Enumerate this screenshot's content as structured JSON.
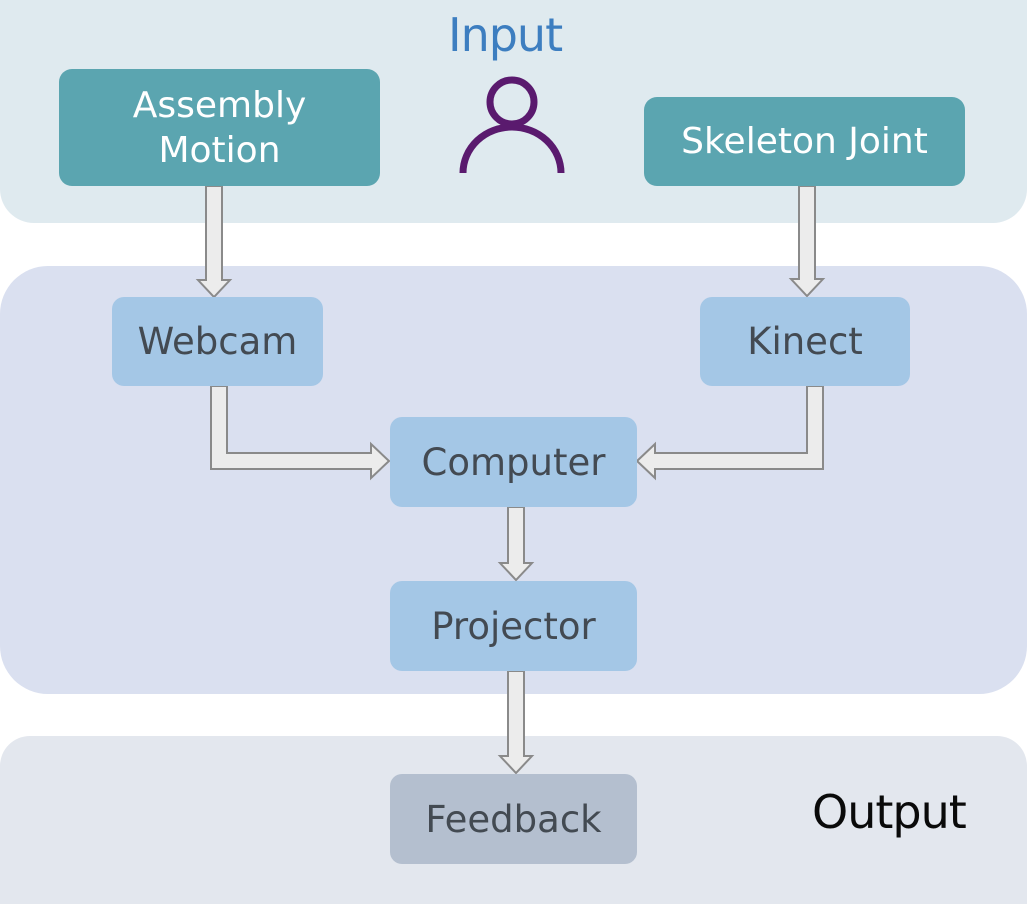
{
  "diagram": {
    "input_title": "Input",
    "output_title": "Output",
    "icons": {
      "input_person": "person-icon"
    },
    "nodes": {
      "assembly_motion": "Assembly\nMotion",
      "skeleton_joint": "Skeleton Joint",
      "webcam": "Webcam",
      "kinect": "Kinect",
      "computer": "Computer",
      "projector": "Projector",
      "feedback": "Feedback"
    },
    "edges": [
      {
        "from": "assembly_motion",
        "to": "webcam"
      },
      {
        "from": "skeleton_joint",
        "to": "kinect"
      },
      {
        "from": "webcam",
        "to": "computer"
      },
      {
        "from": "kinect",
        "to": "computer"
      },
      {
        "from": "computer",
        "to": "projector"
      },
      {
        "from": "projector",
        "to": "feedback"
      }
    ],
    "colors": {
      "input_band": "#dfeaef",
      "process_band": "#dae0f0",
      "output_band": "#e3e7ee",
      "input_node": "#5ba5b0",
      "process_node": "#a4c7e6",
      "output_node": "#b4bfcf",
      "input_title": "#3d7ec0",
      "person_icon": "#5a1a6e",
      "arrow_fill": "#ececec",
      "arrow_stroke": "#8a8a8a"
    }
  }
}
